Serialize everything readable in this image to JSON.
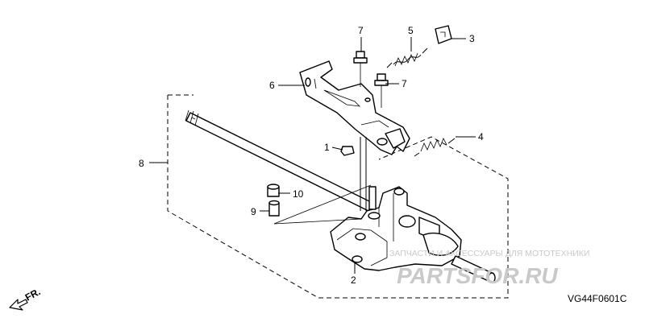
{
  "callouts": {
    "c1": "1",
    "c2": "2",
    "c3": "3",
    "c4": "4",
    "c5": "5",
    "c6": "6",
    "c7a": "7",
    "c7b": "7",
    "c8": "8",
    "c9": "9",
    "c10": "10"
  },
  "direction_label": "FR.",
  "diagram_code": "VG44F0601C",
  "watermark": {
    "line1": "ЗАПЧАСТИ И АКСЕССУАРЫ ДЛЯ МОТОТЕХНИКИ",
    "brand": "PARTSFOR.RU"
  }
}
